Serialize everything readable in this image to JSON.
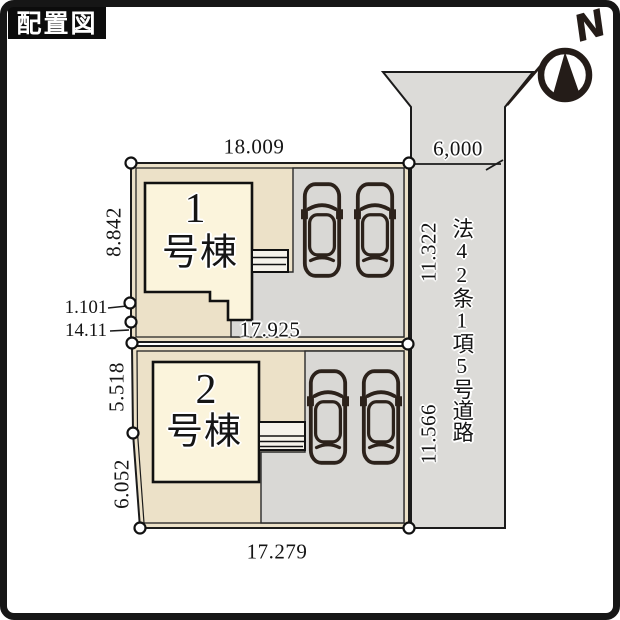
{
  "header": {
    "title": "配置図"
  },
  "compass": {
    "north_label": "N"
  },
  "plan": {
    "lot1": {
      "building_number": "1",
      "building_suffix": "号棟",
      "dim_top": "18.009",
      "dim_bottom": "17.925",
      "dim_left": "8.842",
      "dim_left_lower1": "1.101",
      "dim_left_lower2": "14.11",
      "dim_right": "11.322"
    },
    "lot2": {
      "building_number": "2",
      "building_suffix": "号棟",
      "dim_bottom": "17.279",
      "dim_left_upper": "5.518",
      "dim_left_lower": "6.052",
      "dim_right": "11.566"
    },
    "road": {
      "label": "法42条1項5号道路",
      "dim_width": "6,000"
    }
  },
  "colors": {
    "lot_fill": "#ece1c8",
    "building_fill": "#fbf4dc",
    "paving_fill": "#d9d8d5",
    "road_fill": "#dcdbd8",
    "line": "#1b1b1b",
    "car_line": "#2c221b"
  }
}
